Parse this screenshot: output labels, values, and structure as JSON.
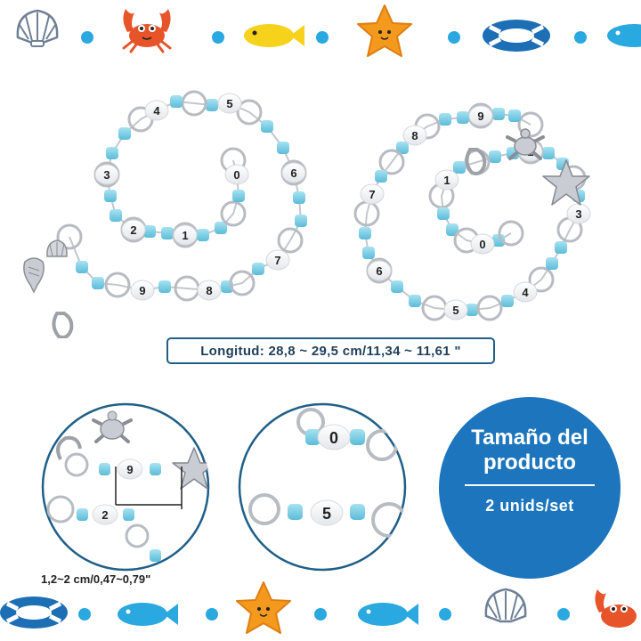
{
  "dimensions": {
    "length": "Longitud: 28,8 ~ 29,5 cm/11,34 ~ 11,61 \"",
    "charm_size": "1,2~2 cm/0,47~0,79\""
  },
  "badge": {
    "title": "Tamaño del producto",
    "subtitle": "2 unids/set"
  },
  "chains": {
    "left_digits": [
      "9",
      "8",
      "7",
      "6",
      "5",
      "4",
      "3",
      "2",
      "1",
      "0"
    ],
    "right_digits": [
      "9",
      "8",
      "7",
      "6",
      "5",
      "4",
      "3",
      "2",
      "1",
      "0"
    ]
  },
  "detail_digits": {
    "charm_view": [
      "9",
      "2"
    ],
    "clasp_view": [
      "0",
      "5"
    ]
  },
  "decor": {
    "top_icons": [
      "seashell-icon",
      "crab-icon",
      "fish-icon",
      "starfish-icon",
      "lifebuoy-icon",
      "fish-icon"
    ],
    "bottom_icons": [
      "lifebuoy-icon",
      "fish-icon",
      "starfish-icon",
      "fish-icon",
      "seashell-icon",
      "crab-icon"
    ],
    "colors": {
      "bead_blue": "#7fd0e6",
      "ring_silver": "#b8bcc2",
      "badge_blue": "#1d76bd",
      "border_blue": "#1f5f88",
      "crab_red": "#e8542a",
      "star_orange": "#f39a1e",
      "fish_yellow": "#f7d21c",
      "dot_blue": "#2aa8e0"
    }
  }
}
